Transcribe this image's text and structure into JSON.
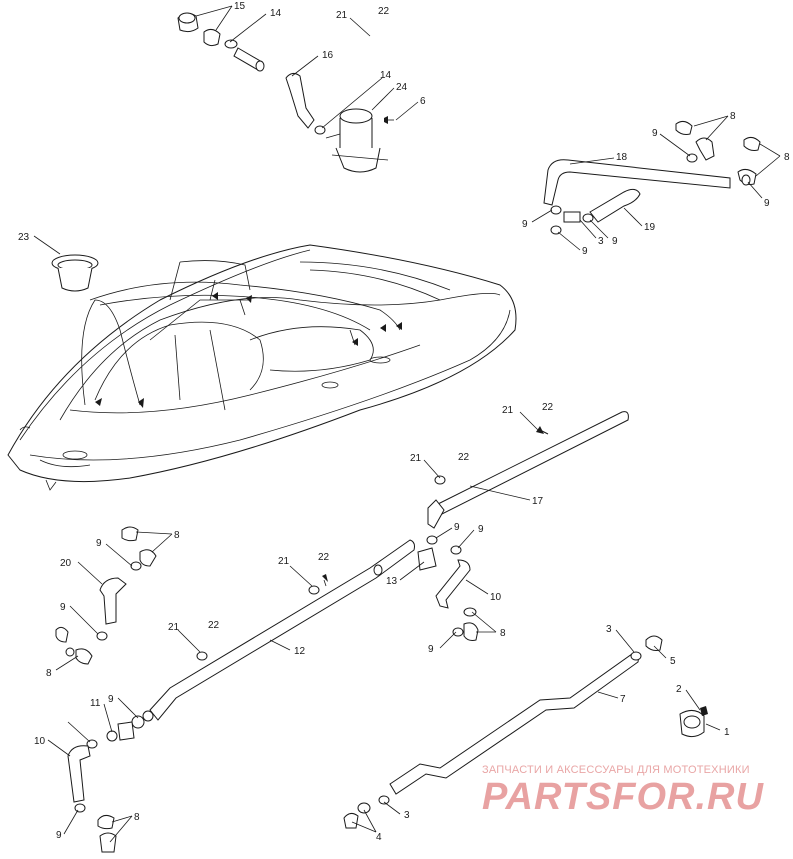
{
  "callouts": [
    "15",
    "14",
    "16",
    "14",
    "24",
    "6",
    "21",
    "22",
    "8",
    "9",
    "8",
    "18",
    "9",
    "9",
    "3",
    "9",
    "9",
    "19",
    "23",
    "21",
    "22",
    "21",
    "22",
    "17",
    "8",
    "9",
    "9",
    "9",
    "20",
    "13",
    "10",
    "21",
    "22",
    "9",
    "8",
    "9",
    "8",
    "21",
    "22",
    "12",
    "3",
    "5",
    "9",
    "11",
    "7",
    "2",
    "10",
    "1",
    "9",
    "8",
    "3",
    "4"
  ],
  "watermark": {
    "caption": "ЗАПЧАСТИ И АКСЕССУАРЫ ДЛЯ МОТОТЕХНИКИ",
    "logo": "PARTSFOR.RU"
  }
}
